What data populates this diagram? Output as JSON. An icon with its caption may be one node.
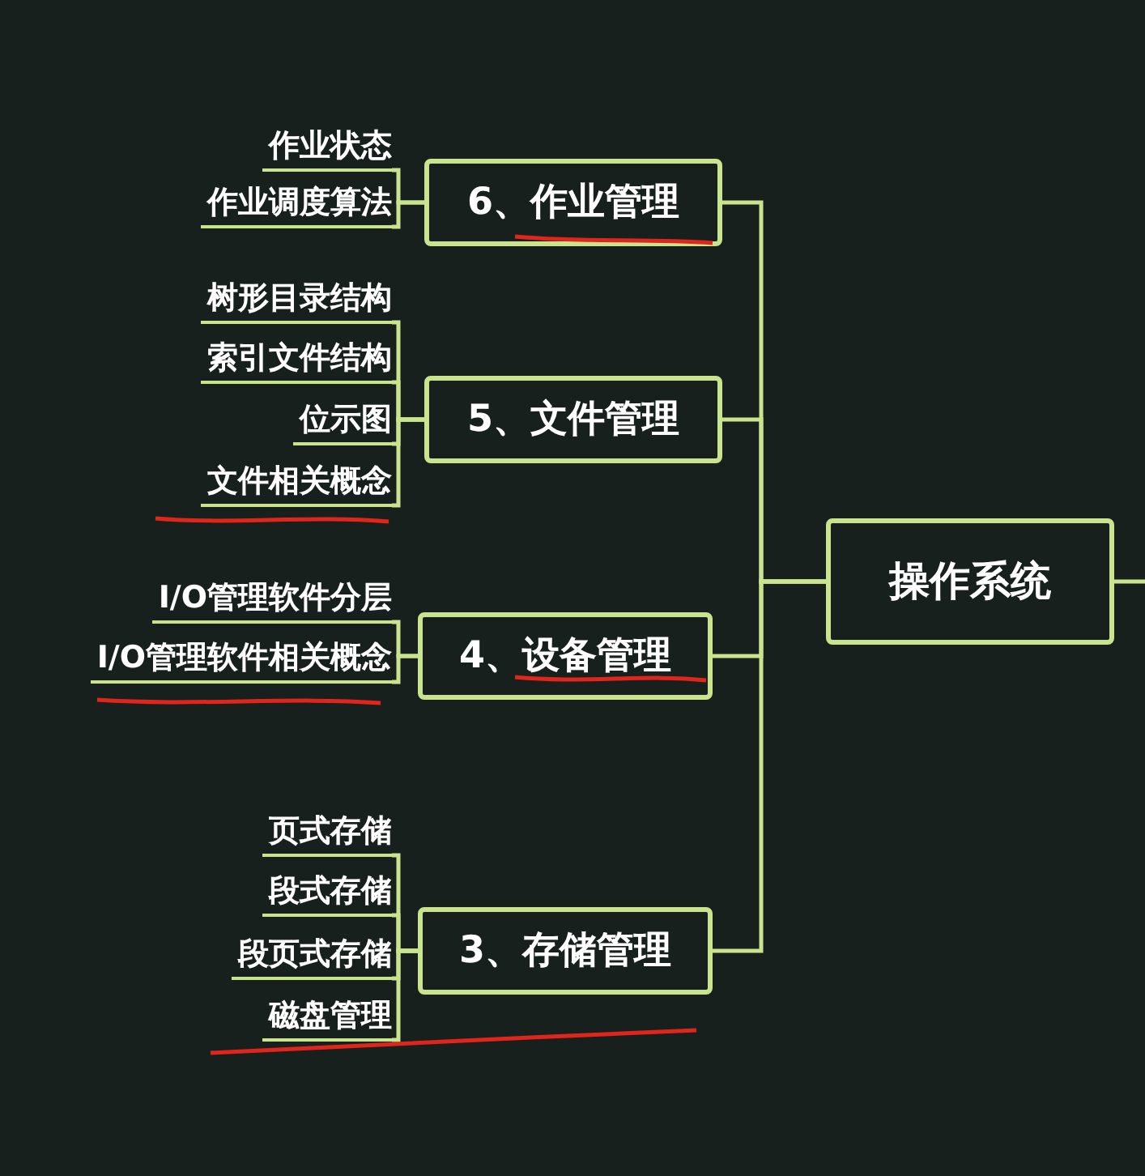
{
  "diagram": {
    "nodes": [
      {
        "text": [
          "操作系统"
        ]
      },
      {
        "text": [
          "6、作业管理"
        ]
      },
      {
        "text": [
          "作业状态"
        ]
      },
      {
        "text": [
          "作业调度算法"
        ]
      },
      {
        "text": [
          "5、文件管理"
        ]
      },
      {
        "text": [
          "树形目录结构"
        ]
      },
      {
        "text": [
          "索引文件结构"
        ]
      },
      {
        "text": [
          "位示图"
        ]
      },
      {
        "text": [
          "文件相关概念"
        ]
      },
      {
        "text": [
          "4、设备管理"
        ]
      },
      {
        "text": [
          "I/O管理软件分层"
        ]
      },
      {
        "text": [
          "I/O管理软件相关概念"
        ]
      },
      {
        "text": [
          "3、存储管理"
        ]
      },
      {
        "text": [
          "页式存储"
        ]
      },
      {
        "text": [
          "段式存储"
        ]
      },
      {
        "text": [
          "段页式存储"
        ]
      },
      {
        "text": [
          "磁盘管理"
        ]
      }
    ],
    "edges": [
      {
        "from": 0,
        "to": 1,
        "arrow": "none"
      },
      {
        "from": 0,
        "to": 4,
        "arrow": "none"
      },
      {
        "from": 0,
        "to": 9,
        "arrow": "none"
      },
      {
        "from": 0,
        "to": 12,
        "arrow": "none"
      },
      {
        "from": 0,
        "to": null,
        "arrow": "none"
      },
      {
        "from": 1,
        "to": 2,
        "arrow": "none"
      },
      {
        "from": 1,
        "to": 3,
        "arrow": "none"
      },
      {
        "from": 4,
        "to": 5,
        "arrow": "none"
      },
      {
        "from": 4,
        "to": 6,
        "arrow": "none"
      },
      {
        "from": 4,
        "to": 7,
        "arrow": "none"
      },
      {
        "from": 4,
        "to": 8,
        "arrow": "none"
      },
      {
        "from": 9,
        "to": 10,
        "arrow": "none"
      },
      {
        "from": 9,
        "to": 11,
        "arrow": "none"
      },
      {
        "from": 12,
        "to": 13,
        "arrow": "none"
      },
      {
        "from": 12,
        "to": 14,
        "arrow": "none"
      },
      {
        "from": 12,
        "to": 15,
        "arrow": "none"
      },
      {
        "from": 12,
        "to": 16,
        "arrow": "none"
      }
    ]
  }
}
